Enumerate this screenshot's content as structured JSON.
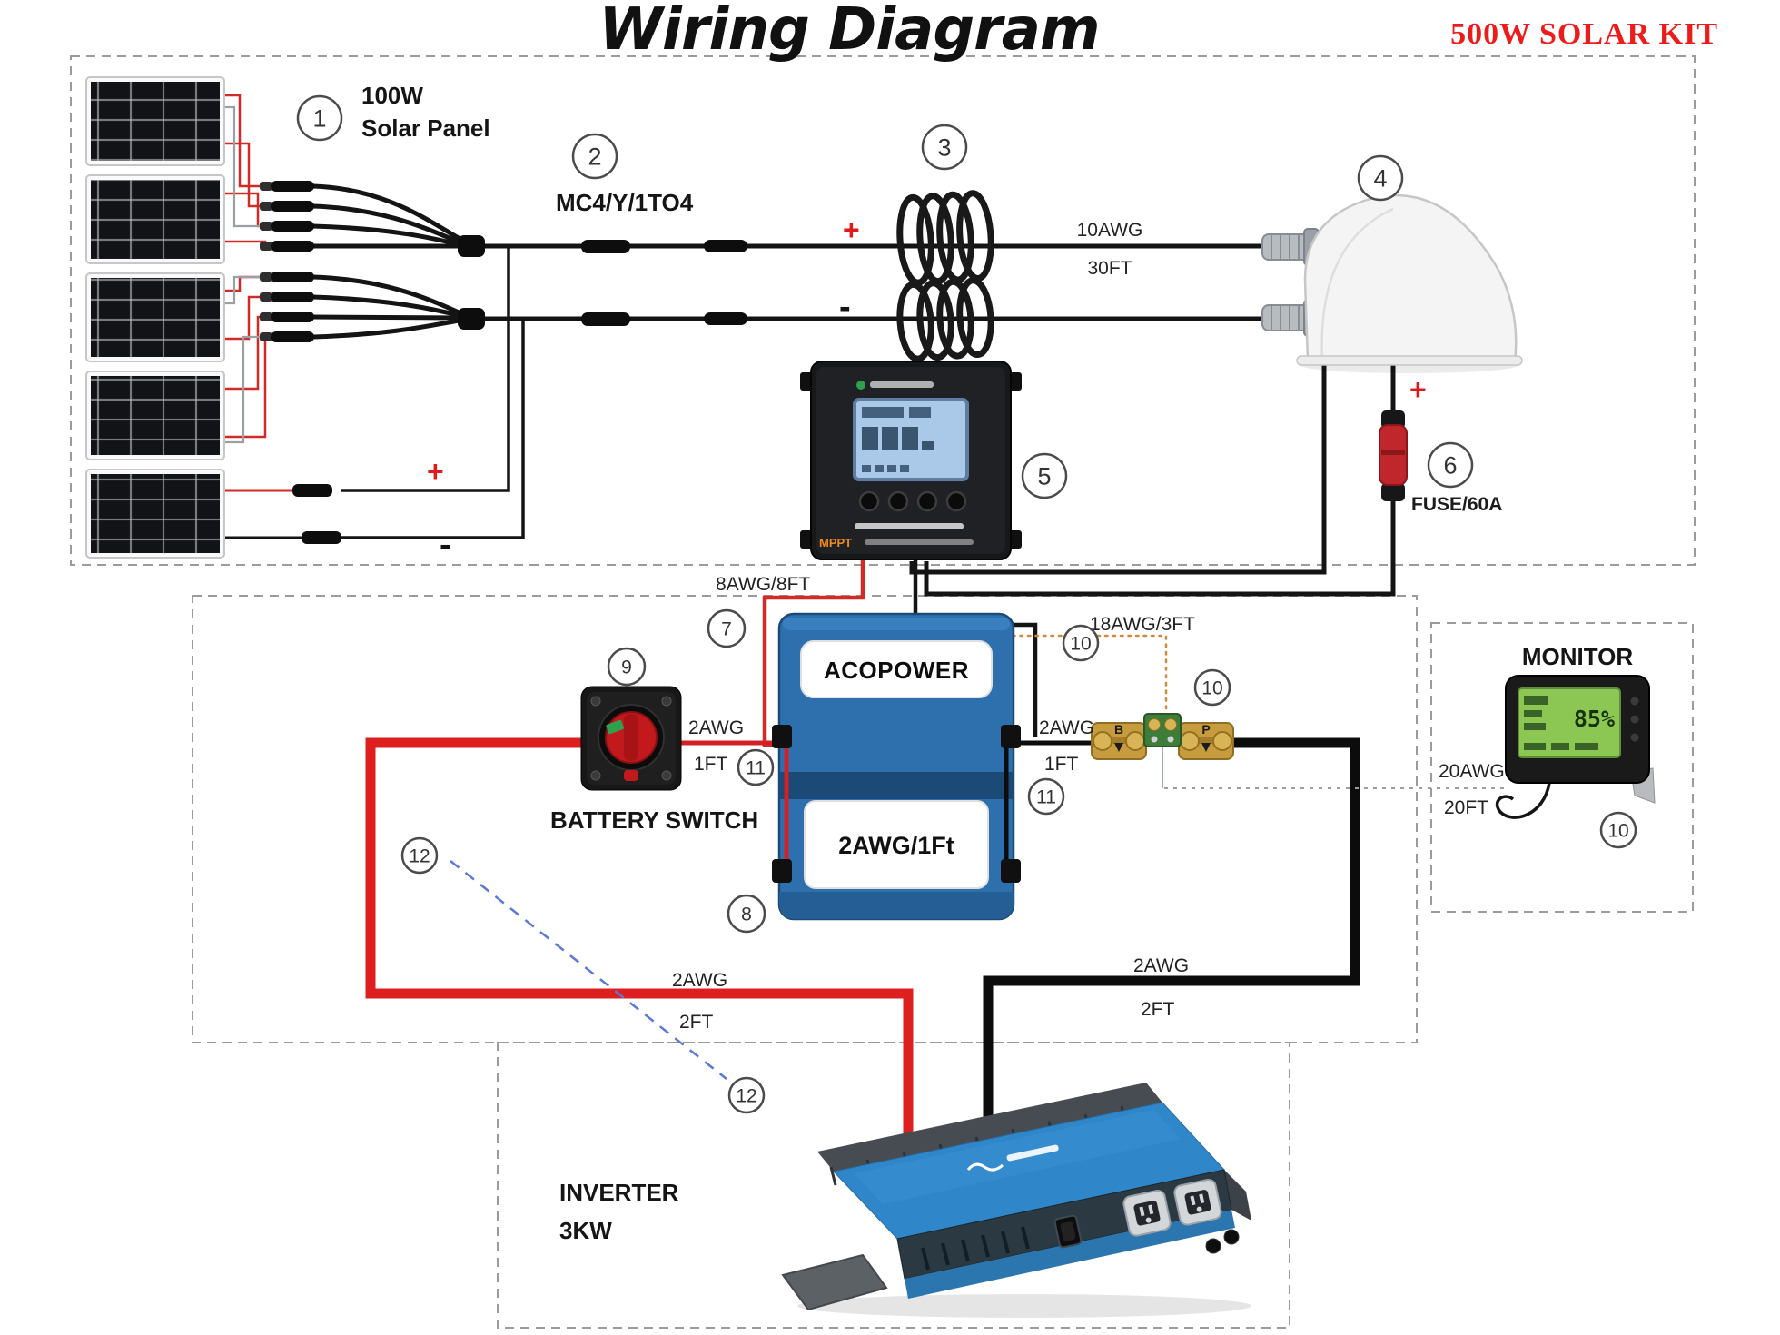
{
  "title": "Wiring Diagram",
  "kit_label": "500W SOLAR KIT",
  "callouts": {
    "n1": "1",
    "n2": "2",
    "n3": "3",
    "n4": "4",
    "n5": "5",
    "n6": "6",
    "n7": "7",
    "n8": "8",
    "n9": "9",
    "n10": "10",
    "n11": "11",
    "n12": "12"
  },
  "labels": {
    "panel_line1": "100W",
    "panel_line2": "Solar Panel",
    "mc4": "MC4/Y/1TO4",
    "pv_gauge": "10AWG",
    "pv_length": "30FT",
    "fuse": "FUSE/60A",
    "controller_cable": "8AWG/8FT",
    "busbar_cable": "18AWG/3FT",
    "battery_switch": "BATTERY SWITCH",
    "switch_gauge": "2AWG",
    "switch_length": "1FT",
    "busbar_gauge": "2AWG",
    "busbar_length": "1FT",
    "monitor": "MONITOR",
    "monitor_gauge": "20AWG",
    "monitor_length": "20FT",
    "inverter_pos_gauge": "2AWG",
    "inverter_pos_length": "2FT",
    "inverter_neg_gauge": "2AWG",
    "inverter_neg_length": "2FT",
    "inverter_line1": "INVERTER",
    "inverter_line2": "3KW",
    "plus": "+",
    "minus": "-"
  },
  "battery": {
    "brand": "ACOPOWER",
    "jumper_label": "2AWG/1Ft"
  },
  "controller": {
    "badge": "MPPT"
  },
  "busbar": {
    "left_mark": "B",
    "right_mark": "P"
  },
  "monitor_screen": {
    "value": "85%"
  },
  "colors": {
    "wire_positive": "#dd1f1f",
    "wire_negative": "#0c0c0c",
    "accent_red": "#ee1b1b",
    "battery_blue": "#2e6fae",
    "inverter_blue": "#2f87c9"
  }
}
